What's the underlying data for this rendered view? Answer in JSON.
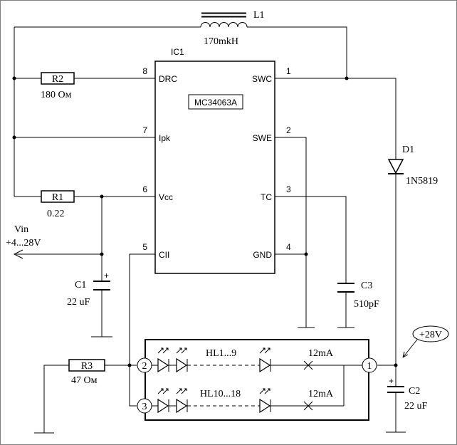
{
  "colors": {
    "background": "#ffffff",
    "ink": "#000000",
    "frame": "#808080"
  },
  "inductor": {
    "ref": "L1",
    "value": "170mkH"
  },
  "ic": {
    "ref": "IC1",
    "part": "MC34063A",
    "pins": [
      {
        "num": "8",
        "name": "DRC"
      },
      {
        "num": "7",
        "name": "Ipk"
      },
      {
        "num": "6",
        "name": "Vcc"
      },
      {
        "num": "5",
        "name": "CII"
      },
      {
        "num": "1",
        "name": "SWC"
      },
      {
        "num": "2",
        "name": "SWE"
      },
      {
        "num": "3",
        "name": "TC"
      },
      {
        "num": "4",
        "name": "GND"
      }
    ]
  },
  "resistors": {
    "r1": {
      "ref": "R1",
      "value": "0.22"
    },
    "r2": {
      "ref": "R2",
      "value": "180 Ом"
    },
    "r3": {
      "ref": "R3",
      "value": "47 Ом"
    }
  },
  "capacitors": {
    "c1": {
      "ref": "C1",
      "value": "22 uF",
      "polarity": "+"
    },
    "c2": {
      "ref": "C2",
      "value": "22 uF",
      "polarity": "+"
    },
    "c3": {
      "ref": "C3",
      "value": "510pF"
    }
  },
  "diode": {
    "ref": "D1",
    "part": "1N5819"
  },
  "input": {
    "name": "Vin",
    "range": "+4...28V"
  },
  "output": {
    "voltage": "+28V"
  },
  "led_module": {
    "terminals": [
      "1",
      "2",
      "3"
    ],
    "strings": [
      {
        "label": "HL1...9",
        "current": "12mA"
      },
      {
        "label": "HL10...18",
        "current": "12mA"
      }
    ]
  }
}
